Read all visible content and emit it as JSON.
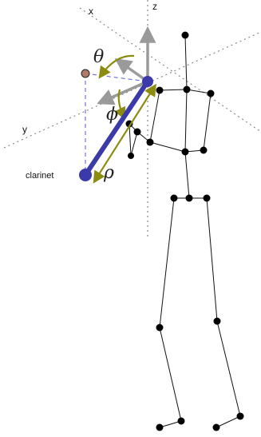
{
  "axes": {
    "x_label": "x",
    "y_label": "y",
    "z_label": "z"
  },
  "angles": {
    "theta": "θ",
    "phi": "ϕ",
    "rho": "ρ"
  },
  "instrument": {
    "label": "clarinet"
  },
  "colors": {
    "axis_dotted": "#8a8a8a",
    "vector_gray": "#9a9a9a",
    "clarinet": "#3a3aa8",
    "angle_arc": "#8c8c10",
    "skeleton_line": "#111111",
    "skeleton_joint": "#000000",
    "projection_point": "#b07a6a",
    "projection_line": "#5a5ad0"
  }
}
